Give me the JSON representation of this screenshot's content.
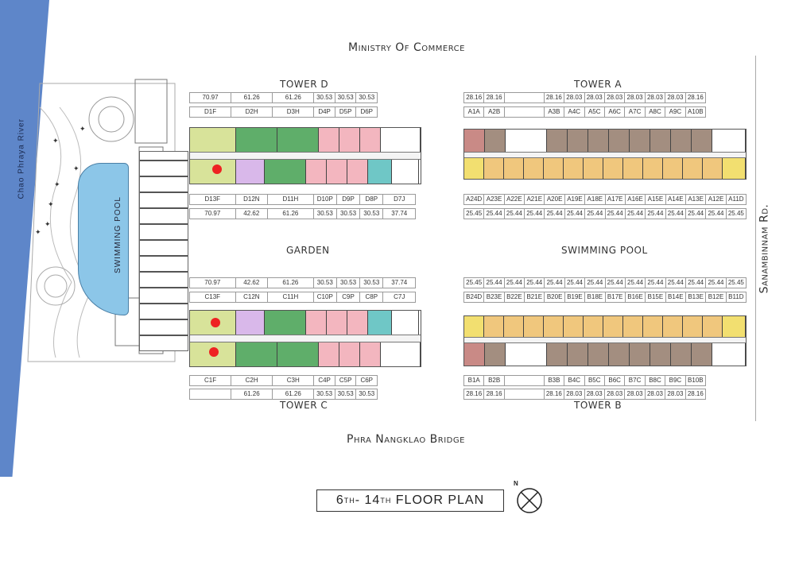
{
  "labels": {
    "north": "Ministry Of  Commerce",
    "south": "Phra Nangklao Bridge",
    "east": "Sanambinnam Rd.",
    "west": "Chao Phraya River",
    "tower_d": "TOWER D",
    "tower_a": "TOWER A",
    "tower_c": "TOWER C",
    "tower_b": "TOWER B",
    "garden": "GARDEN",
    "pool_center": "SWIMMING POOL",
    "pool_left": "SWIMMING POOL",
    "north_marker": "N"
  },
  "plan_title": {
    "prefix_a": "6",
    "sup_a": "TH",
    "dash": "- 14",
    "sup_b": "TH",
    "rest": " FLOOR PLAN"
  },
  "tower_d": {
    "top_sizes": [
      "70.97",
      "61.26",
      "61.26",
      "30.53",
      "30.53",
      "30.53"
    ],
    "top_units": [
      "D1F",
      "D2H",
      "D3H",
      "D4P",
      "D5P",
      "D6P"
    ],
    "bottom_units": [
      "D13F",
      "D12N",
      "D11H",
      "D10P",
      "D9P",
      "D8P",
      "D7J"
    ],
    "bottom_sizes": [
      "70.97",
      "42.62",
      "61.26",
      "30.53",
      "30.53",
      "30.53",
      "37.74"
    ]
  },
  "tower_c": {
    "top_sizes": [
      "70.97",
      "42.62",
      "61.26",
      "30.53",
      "30.53",
      "30.53",
      "37.74"
    ],
    "top_units": [
      "C13F",
      "C12N",
      "C11H",
      "C10P",
      "C9P",
      "C8P",
      "C7J"
    ],
    "bottom_units": [
      "C1F",
      "C2H",
      "C3H",
      "C4P",
      "C5P",
      "C6P"
    ],
    "bottom_sizes": [
      "",
      "61.26",
      "61.26",
      "30.53",
      "30.53",
      "30.53"
    ]
  },
  "tower_a": {
    "top_sizes": [
      "28.16",
      "28.16",
      "",
      "28.16",
      "28.03",
      "28.03",
      "28.03",
      "28.03",
      "28.03",
      "28.03",
      "28.16"
    ],
    "top_units": [
      "A1A",
      "A2B",
      "",
      "A3B",
      "A4C",
      "A5C",
      "A6C",
      "A7C",
      "A8C",
      "A9C",
      "A10B"
    ],
    "bottom_units": [
      "A24D",
      "A23E",
      "A22E",
      "A21E",
      "A20E",
      "A19E",
      "A18E",
      "A17E",
      "A16E",
      "A15E",
      "A14E",
      "A13E",
      "A12E",
      "A11D"
    ],
    "bottom_sizes": [
      "25.45",
      "25.44",
      "25.44",
      "25.44",
      "25.44",
      "25.44",
      "25.44",
      "25.44",
      "25.44",
      "25.44",
      "25.44",
      "25.44",
      "25.44",
      "25.45"
    ]
  },
  "tower_b": {
    "top_sizes": [
      "25.45",
      "25.44",
      "25.44",
      "25.44",
      "25.44",
      "25.44",
      "25.44",
      "25.44",
      "25.44",
      "25.44",
      "25.44",
      "25.44",
      "25.44",
      "25.45"
    ],
    "top_units": [
      "B24D",
      "B23E",
      "B22E",
      "B21E",
      "B20E",
      "B19E",
      "B18E",
      "B17E",
      "B16E",
      "B15E",
      "B14E",
      "B13E",
      "B12E",
      "B11D"
    ],
    "bottom_units": [
      "B1A",
      "B2B",
      "",
      "B3B",
      "B4C",
      "B5C",
      "B6C",
      "B7C",
      "B8C",
      "B9C",
      "B10B"
    ],
    "bottom_sizes": [
      "28.16",
      "28.16",
      "",
      "28.16",
      "28.03",
      "28.03",
      "28.03",
      "28.03",
      "28.03",
      "28.03",
      "28.16"
    ]
  },
  "colors": {
    "river": "#5e86c9",
    "pool": "#8cc6e8",
    "unit_f": "#d8e39a",
    "unit_h": "#5fae6a",
    "unit_n": "#d9b8ea",
    "unit_p": "#f3b6bf",
    "unit_j": "#6fc7c6",
    "unit_a": "#c98a86",
    "unit_bc": "#a38e80",
    "unit_e": "#f0c77d",
    "unit_d_yellow": "#f2df70",
    "marker": "#e22222"
  }
}
